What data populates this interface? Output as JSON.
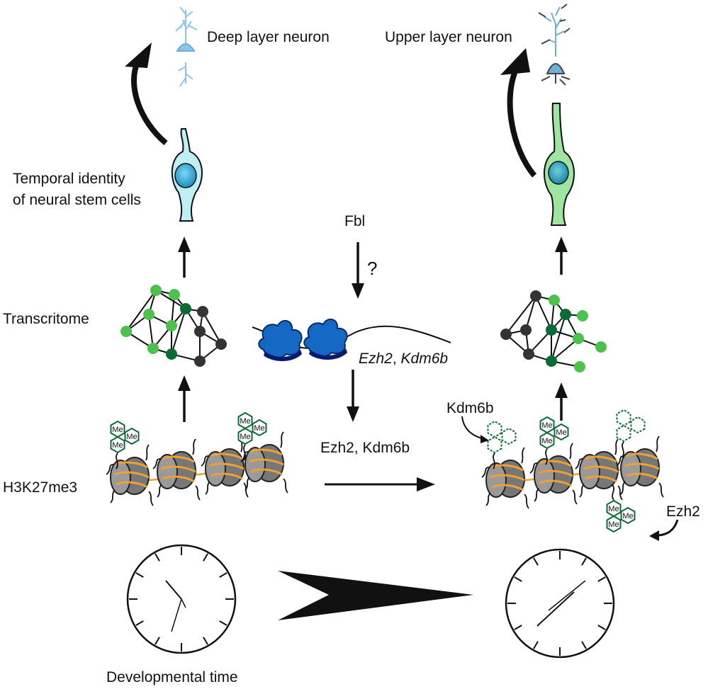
{
  "labels": {
    "deep_neuron": "Deep layer neuron",
    "upper_neuron": "Upper layer neuron",
    "temporal_line1": "Temporal identity",
    "temporal_line2": "of neural stem cells",
    "fbl": "Fbl",
    "question": "?",
    "transcriptome": "Transcritome",
    "mrna_ezh2": "Ezh2",
    "mrna_sep": ", ",
    "mrna_kdm6b": "Kdm6b",
    "protein": "Ezh2, Kdm6b",
    "kdm6b": "Kdm6b",
    "h3k27me3": "H3K27me3",
    "ezh2": "Ezh2",
    "dev_time": "Developmental time",
    "me": "Me"
  },
  "colors": {
    "light_green": "#4cc24c",
    "dark_green": "#0b6b34",
    "node_gray": "#333333",
    "ribosome": "#1469c4",
    "histone_stripe": "#f0a030",
    "histone_body": "#8c8c8c",
    "deep_neuron": "#8ec4ea",
    "upper_neuron": "#6fb0d8",
    "early_stem_cell": "#bfeff5",
    "late_stem_cell": "#9fe59f"
  }
}
